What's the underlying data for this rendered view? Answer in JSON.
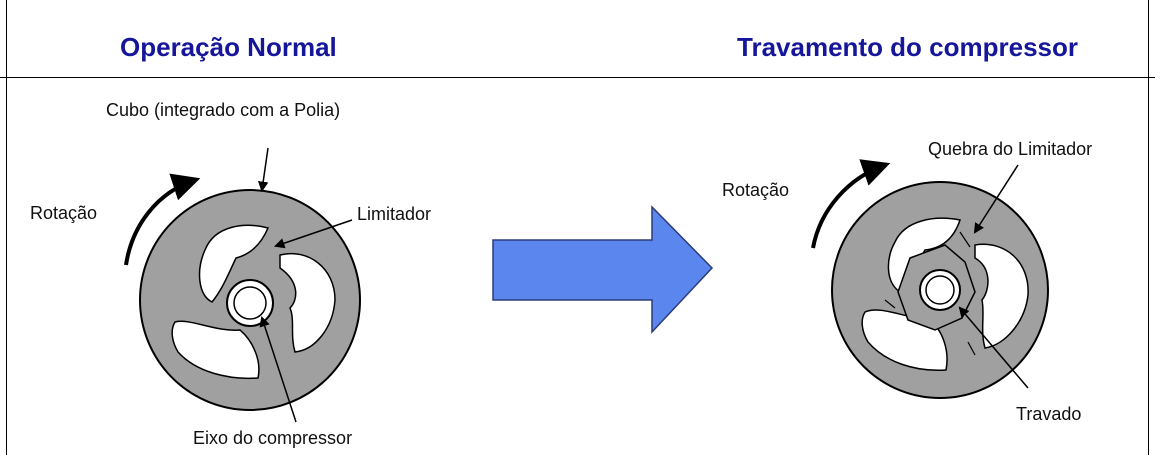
{
  "headers": {
    "left_title": "Operação Normal",
    "right_title": "Travamento do compressor"
  },
  "left_diagram": {
    "hub_label": "Cubo (integrado com a Polia)",
    "rotation_label": "Rotação",
    "limiter_label": "Limitador",
    "shaft_label": "Eixo do compressor"
  },
  "right_diagram": {
    "limiter_break_label": "Quebra do Limitador",
    "rotation_label": "Rotação",
    "locked_label": "Travado"
  },
  "colors": {
    "title": "#16169b",
    "disc_fill": "#a0a0a0",
    "arrow_fill": "#5b86ee",
    "line": "#000000"
  }
}
